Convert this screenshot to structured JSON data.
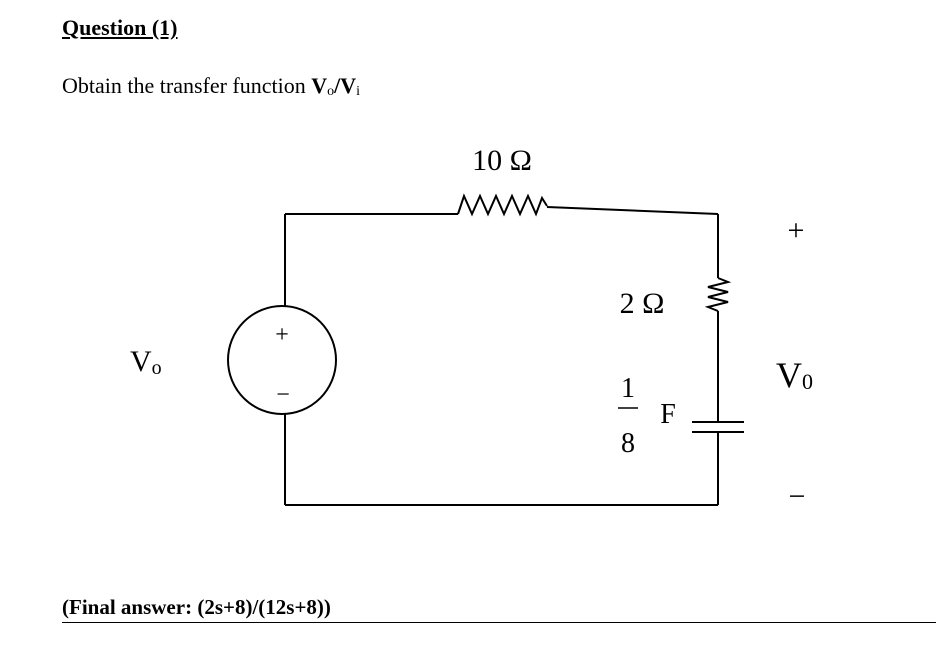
{
  "question": {
    "title": "Question (1)",
    "prompt_prefix": "Obtain the transfer function ",
    "prompt_v1": "V",
    "prompt_sub1": "o",
    "prompt_slash": "/",
    "prompt_v2": "V",
    "prompt_sub2": "i"
  },
  "circuit": {
    "resistor_top": "10 Ω",
    "resistor_right": "2 Ω",
    "capacitor_num": "1",
    "capacitor_den": "8",
    "capacitor_unit": "F",
    "source_label_main": "V",
    "source_label_sub": "o",
    "source_plus": "+",
    "source_minus": "−",
    "output_plus": "+",
    "output_minus": "−",
    "output_label_main": "V",
    "output_label_sub": "0"
  },
  "answer": {
    "text": "(Final answer:  (2s+8)/(12s+8))"
  }
}
